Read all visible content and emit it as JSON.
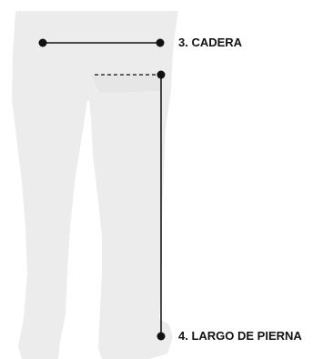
{
  "measurements": {
    "hip": {
      "label": "3. CADERA"
    },
    "leg_length": {
      "label": "4. LARGO DE PIERNA"
    }
  },
  "colors": {
    "silhouette": "#ececec",
    "line": "#111111",
    "text": "#111111",
    "background": "#ffffff"
  },
  "icons": {
    "measure_point": "filled-circle-dot"
  }
}
